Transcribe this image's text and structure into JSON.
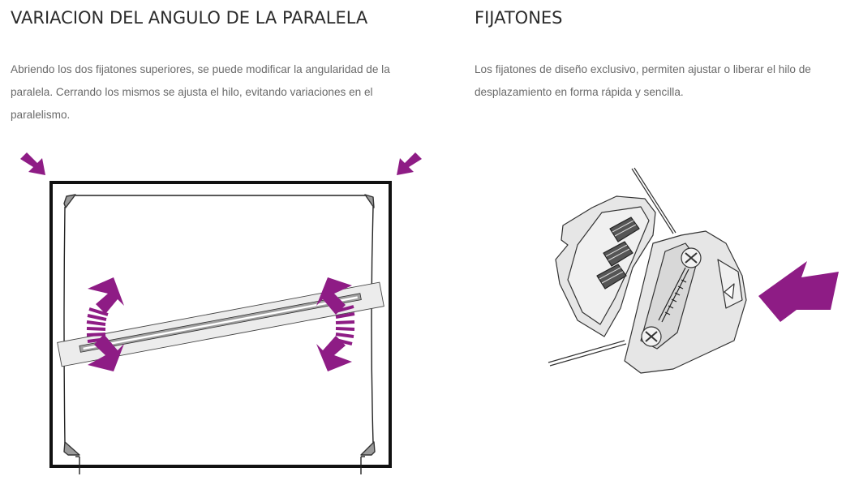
{
  "sections": [
    {
      "title": "VARIACION DEL ANGULO DE LA PARALELA",
      "description": "Abriendo los dos fijatones superiores, se puede modificar la angularidad de la paralela. Cerrando los mismos se ajusta el hilo, evitando variaciones en el paralelismo.",
      "illustration": "parallel-ruler-angle-diagram"
    },
    {
      "title": "FIJATONES",
      "description": "Los fijatones de diseño exclusivo, permiten ajustar o liberar el hilo de desplazamiento en forma rápida y sencilla.",
      "illustration": "fijaton-clamp-illustration"
    }
  ],
  "colors": {
    "accent": "#8e1c85",
    "title_text": "#2b2b2b",
    "body_text": "#6a6a6a",
    "frame": "#111111",
    "corner_fill": "#9a9a9a",
    "ruler_fill": "#ececec",
    "device_fill": "#e6e6e6"
  }
}
